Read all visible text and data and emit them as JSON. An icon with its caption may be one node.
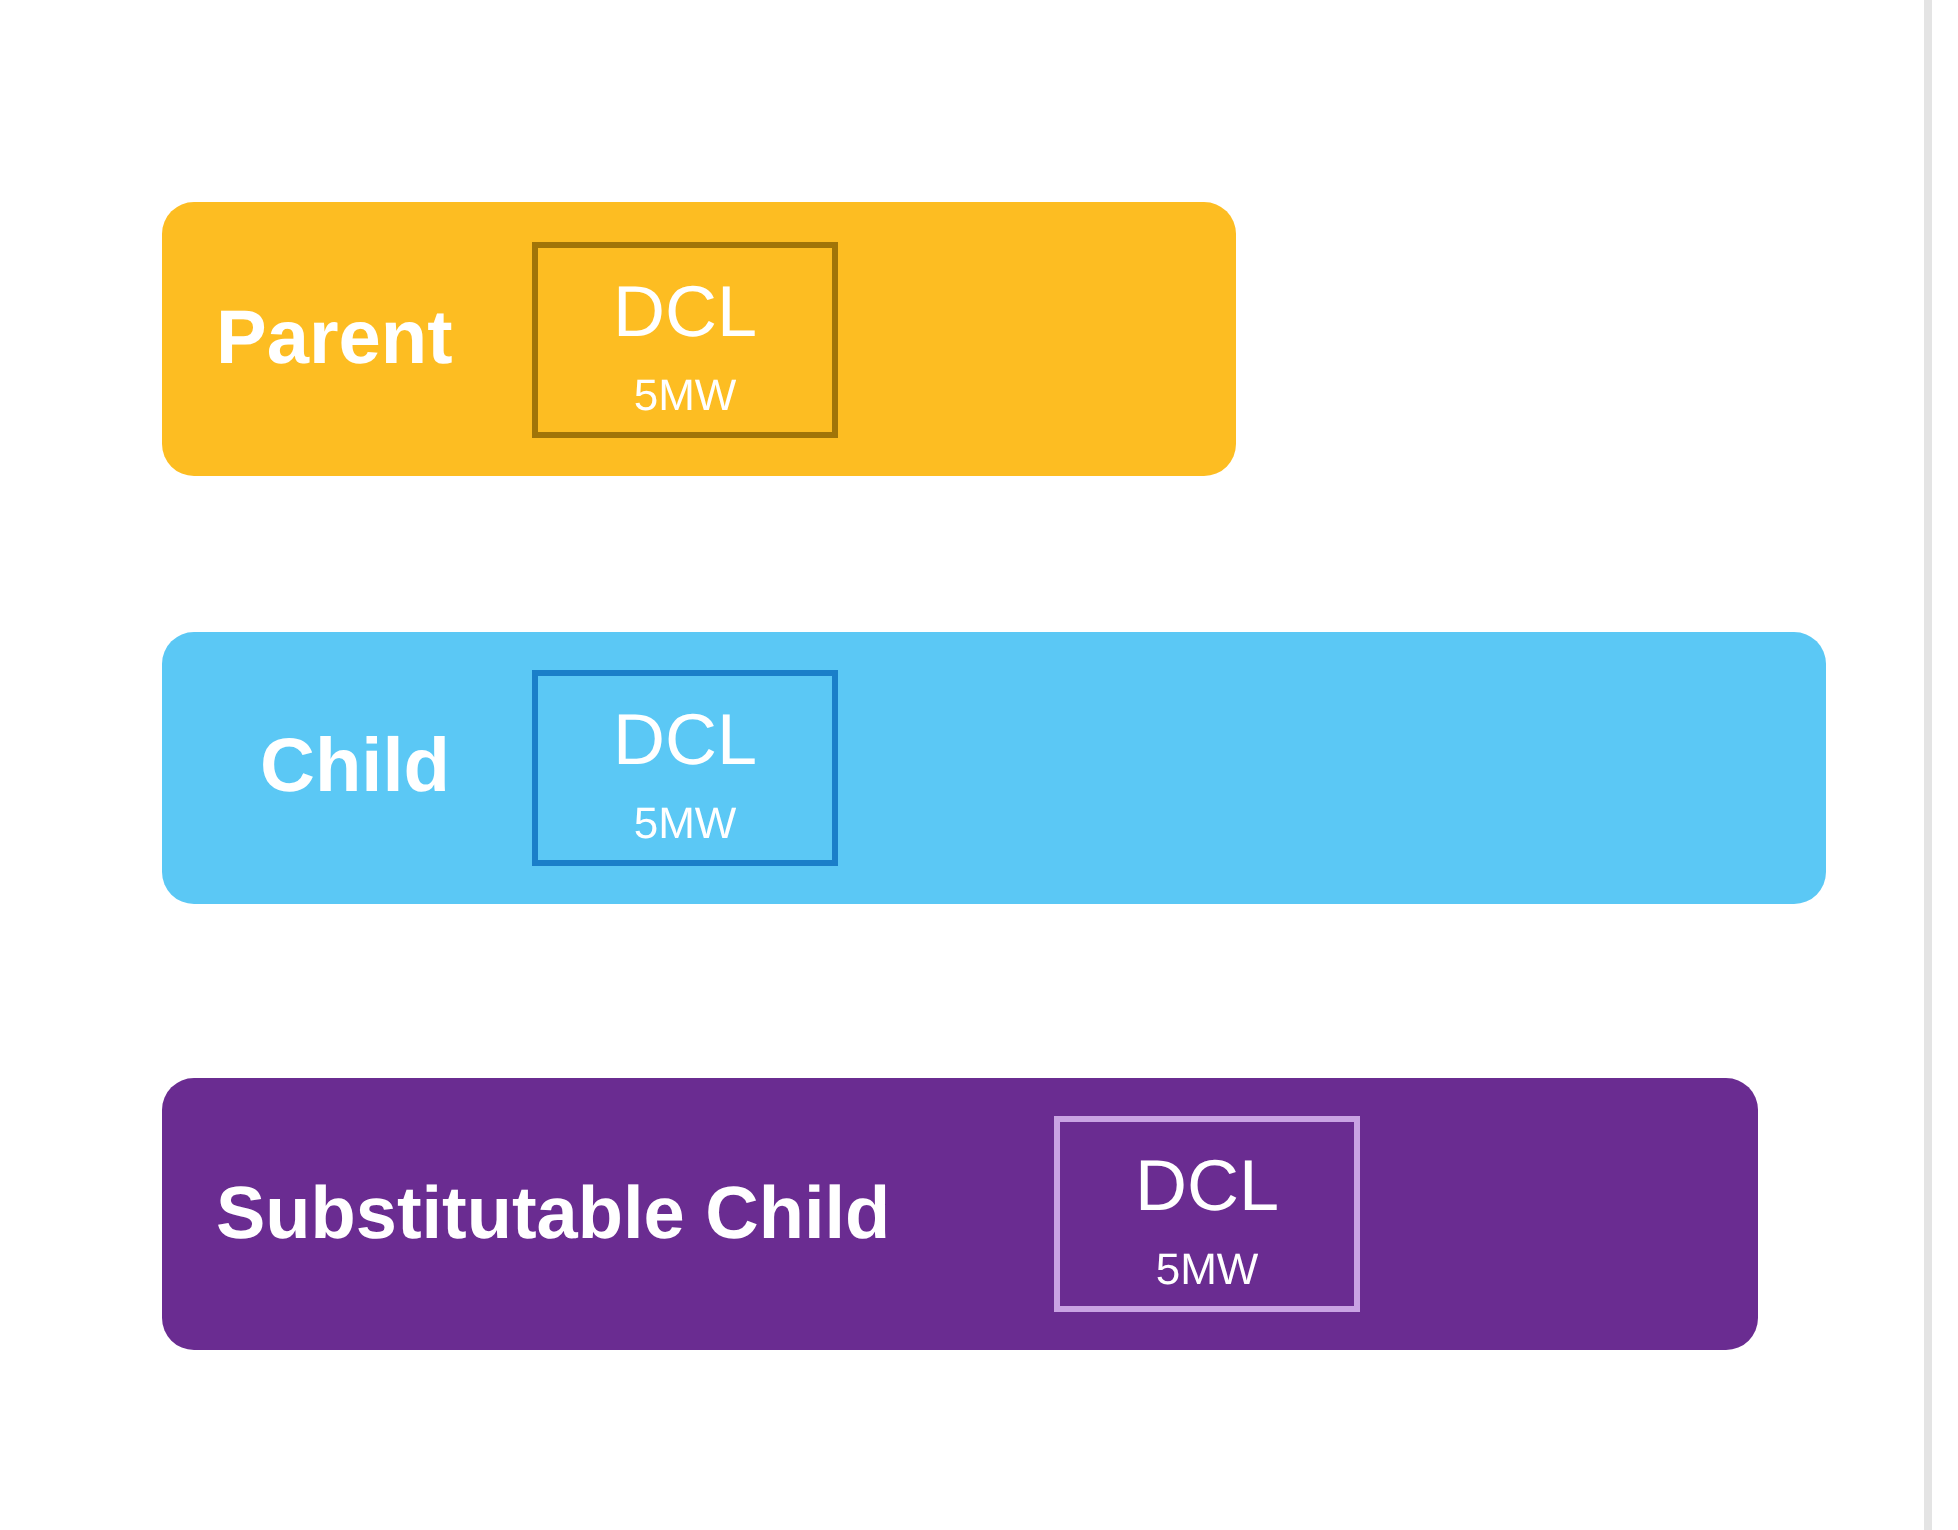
{
  "diagram": {
    "nodes": [
      {
        "text": [
          "Parent"
        ]
      },
      {
        "text": [
          "DCL",
          "5MW"
        ],
        "in": 0
      },
      {
        "text": [
          "Child"
        ]
      },
      {
        "text": [
          "DCL",
          "5MW"
        ],
        "in": 2
      },
      {
        "text": [
          "Substitutable Child"
        ]
      },
      {
        "text": [
          "DCL",
          "5MW"
        ],
        "in": 4
      }
    ]
  }
}
